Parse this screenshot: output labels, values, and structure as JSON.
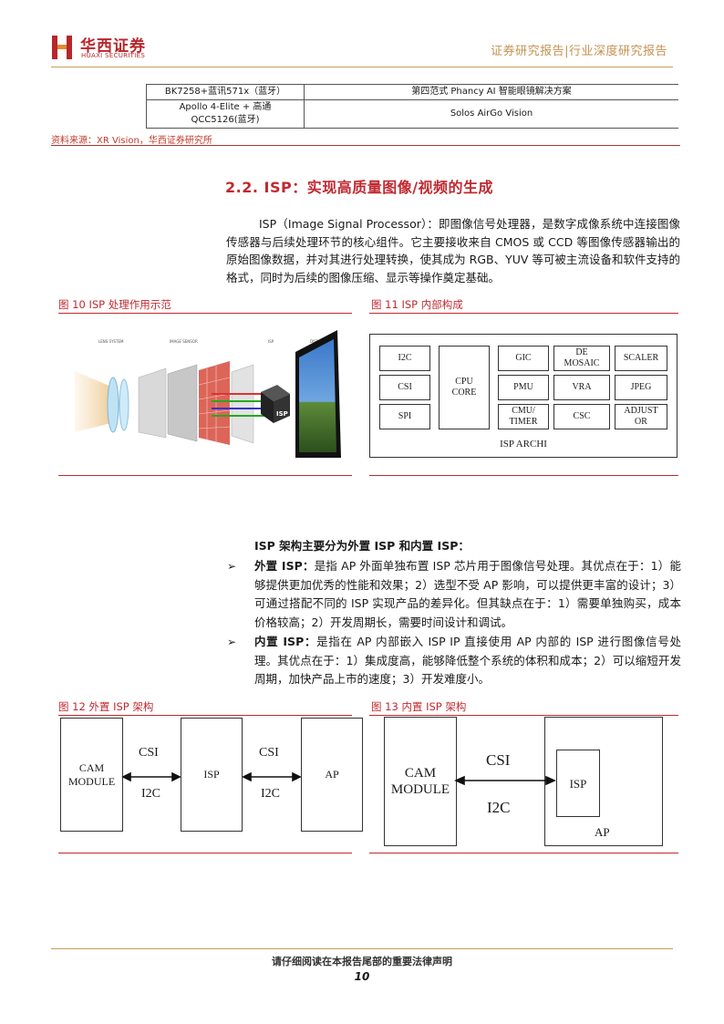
{
  "header": {
    "brand_cn": "华西证券",
    "brand_en": "HUAXI SECURITIES",
    "report_type": "证券研究报告|行业深度研究报告",
    "brand_color": "#b8262b"
  },
  "top_table": {
    "rows": [
      {
        "device": "BK7258+蓝讯571x（蓝牙）",
        "product": "第四范式 Phancy AI 智能眼镜解决方案"
      },
      {
        "device": "Apollo 4-Elite + 高通 QCC5126(蓝牙)",
        "product": "Solos AirGo Vision"
      }
    ],
    "source": "资料来源：XR Vision，华西证券研究所"
  },
  "section": {
    "title": "2.2. ISP：实现高质量图像/视频的生成",
    "intro": "ISP（Image Signal Processor）：即图像信号处理器，是数字成像系统中连接图像传感器与后续处理环节的核心组件。它主要接收来自 CMOS 或 CCD 等图像传感器输出的原始图像数据，并对其进行处理转换，使其成为 RGB、YUV 等可被主流设备和软件支持的格式，同时为后续的图像压缩、显示等操作奠定基础。"
  },
  "fig10": {
    "caption": "图 10 ISP 处理作用示范",
    "labels": [
      "LENS SYSTEM",
      "IMAGE SENSOR",
      "ISP",
      "DISPLAY"
    ],
    "chip_label": "ISP"
  },
  "fig11": {
    "caption": "图 11 ISP 内部构成",
    "blocks": {
      "i2c": "I2C",
      "csi": "CSI",
      "spi": "SPI",
      "cpu1": "CPU",
      "cpu2": "CORE",
      "gic": "GIC",
      "de1": "DE",
      "de2": "MOSAIC",
      "scaler": "SCALER",
      "pmu": "PMU",
      "vra": "VRA",
      "jpeg": "JPEG",
      "cmu1": "CMU/",
      "cmu2": "TIMER",
      "csc": "CSC",
      "adj1": "ADJUST",
      "adj2": "OR"
    },
    "title": "ISP ARCHI"
  },
  "arch": {
    "heading": "ISP 架构主要分为外置 ISP 和内置 ISP：",
    "external_label": "外置 ISP：",
    "external_text": "是指 AP 外面单独布置 ISP 芯片用于图像信号处理。其优点在于：1）能够提供更加优秀的性能和效果；2）选型不受 AP 影响，可以提供更丰富的设计；3）可通过搭配不同的 ISP 实现产品的差异化。但其缺点在于：1）需要单独购买，成本价格较高；2）开发周期长，需要时间设计和调试。",
    "internal_label": "内置 ISP：",
    "internal_text": "是指在 AP 内部嵌入 ISP IP 直接使用 AP 内部的 ISP 进行图像信号处理。其优点在于：1）集成度高，能够降低整个系统的体积和成本；2）可以缩短开发周期，加快产品上市的速度；3）开发难度小。",
    "bullet": "➢"
  },
  "fig12": {
    "caption": "图 12 外置 ISP 架构",
    "cam1": "CAM",
    "cam2": "MODULE",
    "csi": "CSI",
    "i2c": "I2C",
    "isp": "ISP",
    "csi2": "CSI",
    "i2c2": "I2C",
    "ap": "AP"
  },
  "fig13": {
    "caption": "图 13 内置 ISP 架构",
    "cam1": "CAM",
    "cam2": "MODULE",
    "csi": "CSI",
    "i2c": "I2C",
    "isp": "ISP",
    "ap": "AP"
  },
  "footer": {
    "notice": "请仔细阅读在本报告尾部的重要法律声明",
    "page": "10"
  }
}
